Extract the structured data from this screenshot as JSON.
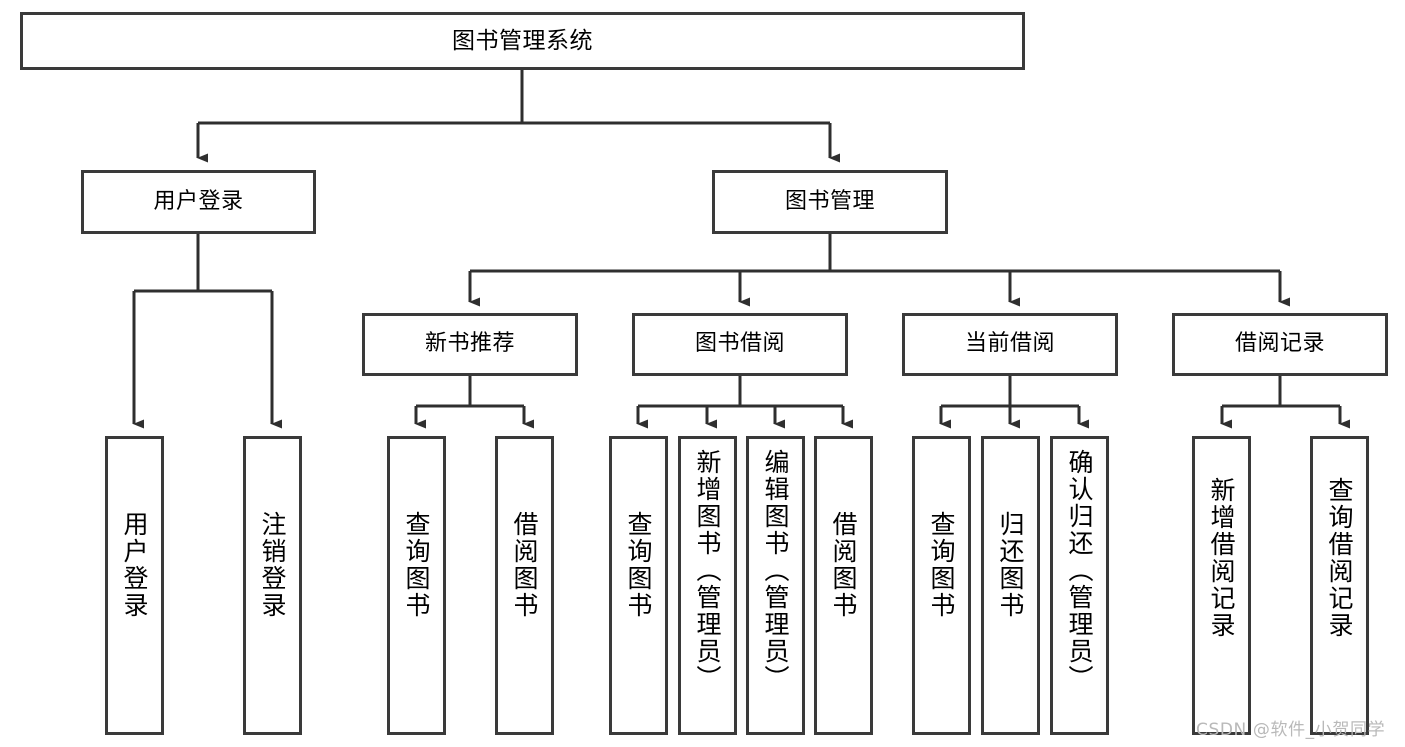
{
  "diagram": {
    "title": "图书管理系统",
    "watermark": "CSDN @软件_小贺同学",
    "colors": {
      "box_border": "#3a3a3a",
      "box_fill": "#ffffff",
      "line": "#2f2f2f",
      "text": "#000000",
      "watermark": "#b9b9b9",
      "background": "#ffffff"
    },
    "levels": {
      "root": "图书管理系统",
      "level2": [
        "用户登录",
        "图书管理"
      ],
      "level3": [
        "新书推荐",
        "图书借阅",
        "当前借阅",
        "借阅记录"
      ]
    },
    "nodes": {
      "root": {
        "label": "图书管理系统"
      },
      "user_login": {
        "label": "用户登录"
      },
      "book_manage": {
        "label": "图书管理"
      },
      "new_book_rec": {
        "label": "新书推荐"
      },
      "book_borrow": {
        "label": "图书借阅"
      },
      "current_borrow": {
        "label": "当前借阅"
      },
      "borrow_record": {
        "label": "借阅记录"
      },
      "leaf_user_login": {
        "label": "用户登录"
      },
      "leaf_logout": {
        "label": "注销登录"
      },
      "leaf_query_book_1": {
        "label": "查询图书"
      },
      "leaf_borrow_book_1": {
        "label": "借阅图书"
      },
      "leaf_query_book_2": {
        "label": "查询图书"
      },
      "leaf_add_book": {
        "label": "新增图书（管理员）"
      },
      "leaf_edit_book": {
        "label": "编辑图书（管理员）"
      },
      "leaf_borrow_book_2": {
        "label": "借阅图书"
      },
      "leaf_query_book_3": {
        "label": "查询图书"
      },
      "leaf_return_book": {
        "label": "归还图书"
      },
      "leaf_confirm_return": {
        "label": "确认归还（管理员）"
      },
      "leaf_add_record": {
        "label": "新增借阅记录"
      },
      "leaf_query_record": {
        "label": "查询借阅记录"
      }
    },
    "edges": [
      {
        "from": "root",
        "to": "user_login"
      },
      {
        "from": "root",
        "to": "book_manage"
      },
      {
        "from": "user_login",
        "to": "leaf_user_login"
      },
      {
        "from": "user_login",
        "to": "leaf_logout"
      },
      {
        "from": "book_manage",
        "to": "new_book_rec"
      },
      {
        "from": "book_manage",
        "to": "book_borrow"
      },
      {
        "from": "book_manage",
        "to": "current_borrow"
      },
      {
        "from": "book_manage",
        "to": "borrow_record"
      },
      {
        "from": "new_book_rec",
        "to": "leaf_query_book_1"
      },
      {
        "from": "new_book_rec",
        "to": "leaf_borrow_book_1"
      },
      {
        "from": "book_borrow",
        "to": "leaf_query_book_2"
      },
      {
        "from": "book_borrow",
        "to": "leaf_add_book"
      },
      {
        "from": "book_borrow",
        "to": "leaf_edit_book"
      },
      {
        "from": "book_borrow",
        "to": "leaf_borrow_book_2"
      },
      {
        "from": "current_borrow",
        "to": "leaf_query_book_3"
      },
      {
        "from": "current_borrow",
        "to": "leaf_return_book"
      },
      {
        "from": "current_borrow",
        "to": "leaf_confirm_return"
      },
      {
        "from": "borrow_record",
        "to": "leaf_add_record"
      },
      {
        "from": "borrow_record",
        "to": "leaf_query_record"
      }
    ]
  }
}
